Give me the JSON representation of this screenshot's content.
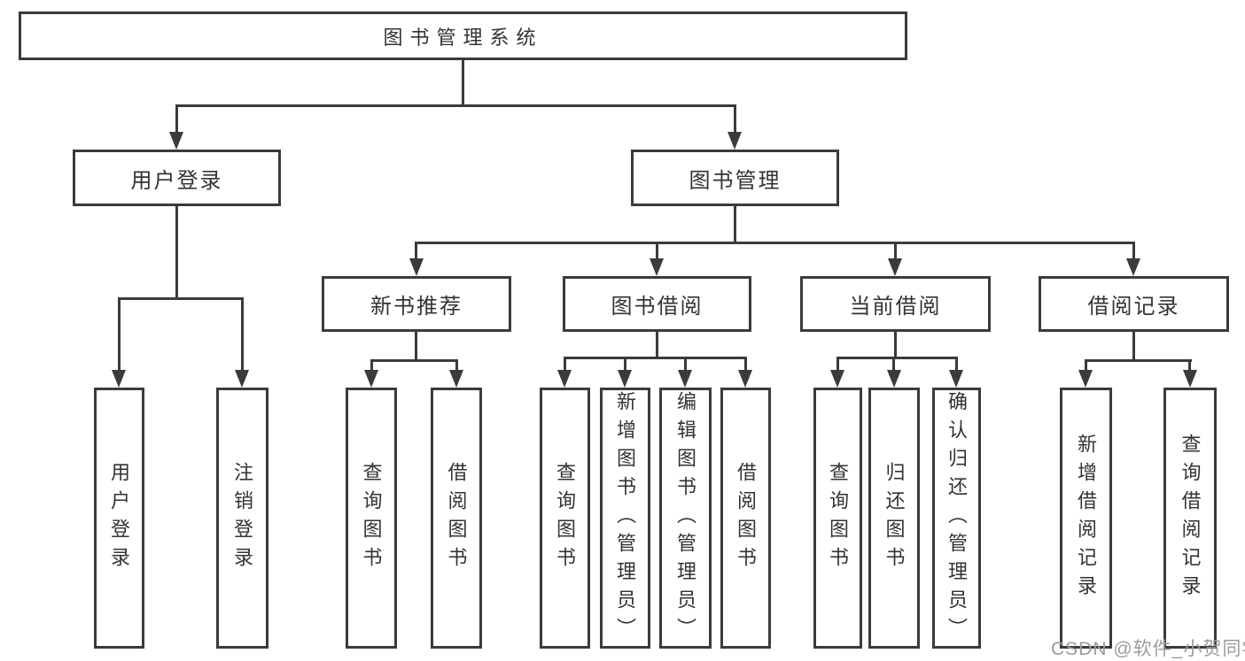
{
  "tree": {
    "root": {
      "label": "图书管理系统"
    },
    "branches": [
      {
        "label": "用户登录",
        "leaves": [
          {
            "label": "用户登录"
          },
          {
            "label": "注销登录"
          }
        ]
      },
      {
        "label": "图书管理",
        "children": [
          {
            "label": "新书推荐",
            "leaves": [
              {
                "label": "查询图书"
              },
              {
                "label": "借阅图书"
              }
            ]
          },
          {
            "label": "图书借阅",
            "leaves": [
              {
                "label": "查询图书"
              },
              {
                "label": "新增图书（管理员）"
              },
              {
                "label": "编辑图书（管理员）"
              },
              {
                "label": "借阅图书"
              }
            ]
          },
          {
            "label": "当前借阅",
            "leaves": [
              {
                "label": "查询图书"
              },
              {
                "label": "归还图书"
              },
              {
                "label": "确认归还（管理员）"
              }
            ]
          },
          {
            "label": "借阅记录",
            "leaves": [
              {
                "label": "新增借阅记录"
              },
              {
                "label": "查询借阅记录"
              }
            ]
          }
        ]
      }
    ]
  },
  "watermark": {
    "text": "CSDN @软件_小贺同学"
  },
  "colors": {
    "line": "#3b3b3b",
    "text": "#333333",
    "watermark": "#9c9c9c",
    "background": "#ffffff"
  }
}
